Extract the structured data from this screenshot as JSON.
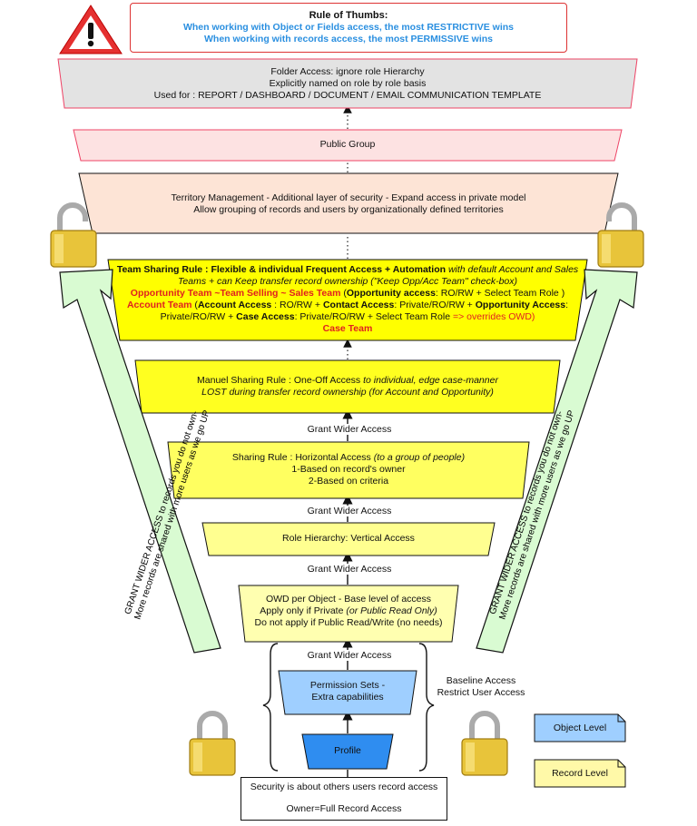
{
  "rule": {
    "title": "Rule of Thumbs:",
    "line1": "When working with Object or Fields access, the most RESTRICTIVE wins",
    "line2": "When working with records access, the most PERMISSIVE wins"
  },
  "folder": {
    "l1": "Folder Access: ignore role Hierarchy",
    "l2": "Explicitly named on role by role basis",
    "l3": "Used for : REPORT / DASHBOARD / DOCUMENT / EMAIL COMMUNICATION TEMPLATE"
  },
  "public_group": "Public Group",
  "territory": {
    "l1": "Territory Management - Additional layer of security - Expand access in private model",
    "l2": "Allow grouping of records  and users by organizationally defined territories"
  },
  "team": {
    "a1": "Team Sharing Rule : Flexible & individual Frequent Access + Automation",
    "a2": " with default  Account and Sales",
    "b1": "Teams + can Keep transfer record ownership (\"Keep Opp/Acc Team\" check-box)",
    "c1": "Opportunity Team ~Team Selling ~ Sales Team",
    "c2": " (",
    "c3": "Opportunity access",
    "c4": ": RO/RW + Select Team Role )",
    "d1": "Account Team",
    "d2": " (",
    "d3": "Account Access",
    "d4": " : RO/RW + ",
    "d5": "Contact Access",
    "d6": ": Private/RO/RW + ",
    "d7": "Opportunity Access",
    "d8": ":",
    "e1": "Private/RO/RW + ",
    "e2": "Case Access",
    "e3": ": Private/RO/RW  + Select Team Role ",
    "e4": "=> overrides OWD)",
    "f1": "Case Team"
  },
  "manual": {
    "a1": "Manuel Sharing Rule : One-Off Access ",
    "a2": "to individual, edge case-manner",
    "b1": "LOST during transfer record ownership (for Account and Opportunity)"
  },
  "grant": "Grant Wider Access",
  "sharing": {
    "a1": "Sharing Rule : Horizontal Access ",
    "a2": "(to a group of people)",
    "b": "1-Based on record's owner",
    "c": "2-Based on criteria"
  },
  "role": "Role Hierarchy: Vertical Access",
  "owd": {
    "a": "OWD per Object - Base level of access",
    "b1": "Apply only if Private ",
    "b2": "(or Public Read Only)",
    "c": "Do not apply if Public Read/Write (no needs)"
  },
  "perm": {
    "a": "Permission Sets -",
    "b": "Extra capabilities"
  },
  "profile": "Profile",
  "baseline": {
    "a": "Baseline Access",
    "b": "Restrict User Access"
  },
  "security": {
    "a": "Security is about others users record access",
    "b": "Owner=Full Record Access"
  },
  "legend": {
    "object": "Object Level",
    "record": "Record Level"
  },
  "arrow_text": {
    "l1": "GRANT WIDER ACCESS to records you do not own-",
    "l2": "More records are shared with more users as we go UP"
  },
  "colors": {
    "object": "#9fcfff",
    "record": "#fff9a8",
    "yellow": "#ffff00",
    "peach": "#fde4d6",
    "pink": "#fde2e2",
    "green": "#d9fbd2"
  }
}
